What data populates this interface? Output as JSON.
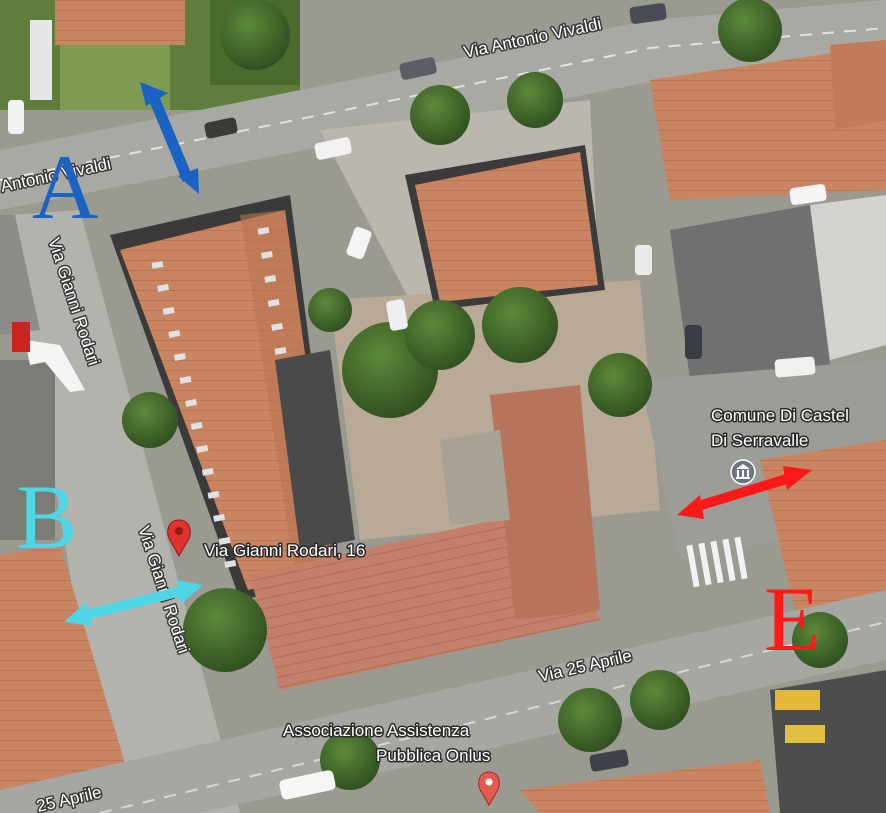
{
  "streets": {
    "vivaldi_top": "Via Antonio Vivaldi",
    "vivaldi_left": "Antonio Vivaldi",
    "rodari_upper": "Via Gianni Rodari",
    "rodari_lower": "Via Gianni Rodari",
    "aprile_main": "Via 25 Aprile",
    "aprile_bottom": "25 Aprile"
  },
  "places": {
    "pin_address": "Via Gianni Rodari, 16",
    "comune_line1": "Comune Di Castel",
    "comune_line2": "Di Serravalle",
    "assoc_line1": "Associazione Assistenza",
    "assoc_line2": "Pubblica Onlus"
  },
  "annotations": {
    "A": {
      "letter": "A",
      "color": "#1a63c4"
    },
    "B": {
      "letter": "B",
      "color": "#4fd6e6"
    },
    "E": {
      "letter": "E",
      "color": "#ff1a1a"
    }
  },
  "icons": [
    "location-pin-icon",
    "town-hall-icon"
  ]
}
